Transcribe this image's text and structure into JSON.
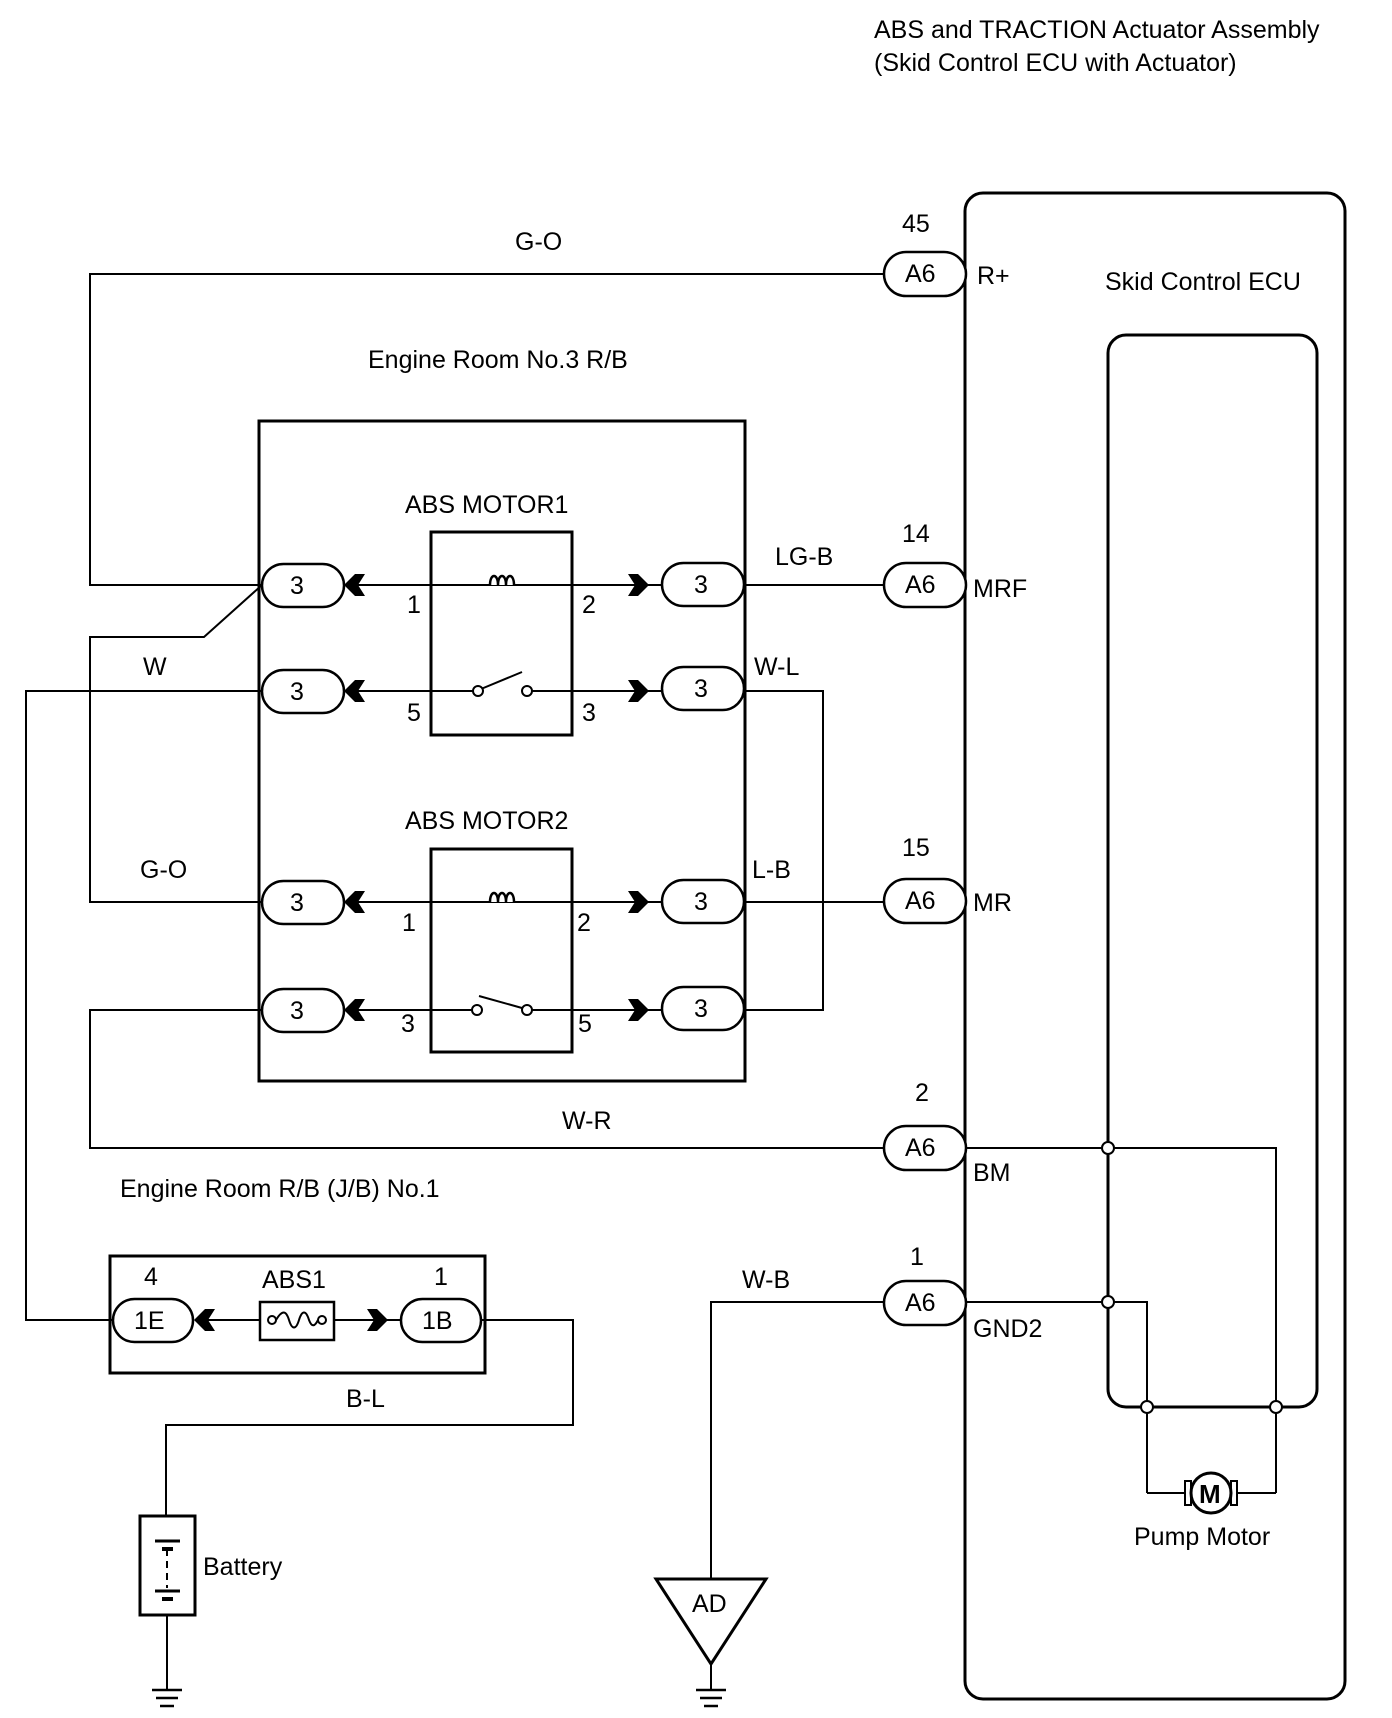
{
  "title": {
    "line1": "ABS and TRACTION Actuator Assembly",
    "line2": "(Skid Control ECU with Actuator)"
  },
  "ecu": {
    "label": "Skid Control ECU",
    "pins": [
      {
        "num": "45",
        "conn": "A6",
        "name": "R+",
        "wire": "G-O"
      },
      {
        "num": "14",
        "conn": "A6",
        "name": "MRF",
        "wire": "LG-B"
      },
      {
        "num": "15",
        "conn": "A6",
        "name": "MR",
        "wire": "L-B"
      },
      {
        "num": "2",
        "conn": "A6",
        "name": "BM",
        "wire": "W-R"
      },
      {
        "num": "1",
        "conn": "A6",
        "name": "GND2",
        "wire": "W-B"
      }
    ],
    "pump_motor": {
      "label": "Pump Motor",
      "symbol": "M"
    }
  },
  "relay_block": {
    "label": "Engine Room No.3 R/B",
    "connector": "3",
    "relays": [
      {
        "name": "ABS MOTOR1",
        "pins": [
          "1",
          "2",
          "5",
          "3"
        ]
      },
      {
        "name": "ABS MOTOR2",
        "pins": [
          "1",
          "2",
          "3",
          "5"
        ]
      }
    ]
  },
  "wires": {
    "w": "W",
    "wl": "W-L",
    "go2": "G-O",
    "bl": "B-L"
  },
  "fuse_block": {
    "label": "Engine Room R/B (J/B) No.1",
    "fuse": "ABS1",
    "left": {
      "conn": "1E",
      "pin": "4"
    },
    "right": {
      "conn": "1B",
      "pin": "1"
    }
  },
  "battery": {
    "label": "Battery"
  },
  "ground": {
    "label": "AD"
  }
}
